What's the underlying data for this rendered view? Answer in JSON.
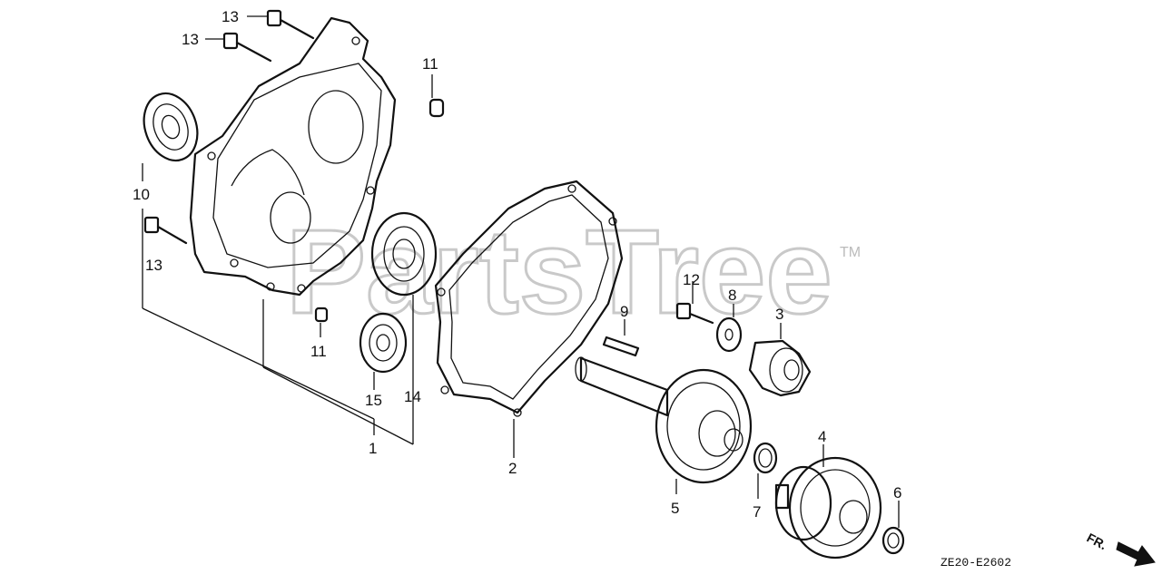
{
  "watermark": {
    "text": "PartsTree",
    "tm": "TM"
  },
  "drawing_code": "ZE20-E2602",
  "direction_label": "FR.",
  "callouts": [
    {
      "id": "c13a",
      "label": "13"
    },
    {
      "id": "c13b",
      "label": "13"
    },
    {
      "id": "c13c",
      "label": "13"
    },
    {
      "id": "c11a",
      "label": "11"
    },
    {
      "id": "c11b",
      "label": "11"
    },
    {
      "id": "c10",
      "label": "10"
    },
    {
      "id": "c15",
      "label": "15"
    },
    {
      "id": "c14",
      "label": "14"
    },
    {
      "id": "c1",
      "label": "1"
    },
    {
      "id": "c2",
      "label": "2"
    },
    {
      "id": "c9",
      "label": "9"
    },
    {
      "id": "c12",
      "label": "12"
    },
    {
      "id": "c8",
      "label": "8"
    },
    {
      "id": "c3",
      "label": "3"
    },
    {
      "id": "c5",
      "label": "5"
    },
    {
      "id": "c7",
      "label": "7"
    },
    {
      "id": "c4",
      "label": "4"
    },
    {
      "id": "c6",
      "label": "6"
    }
  ]
}
